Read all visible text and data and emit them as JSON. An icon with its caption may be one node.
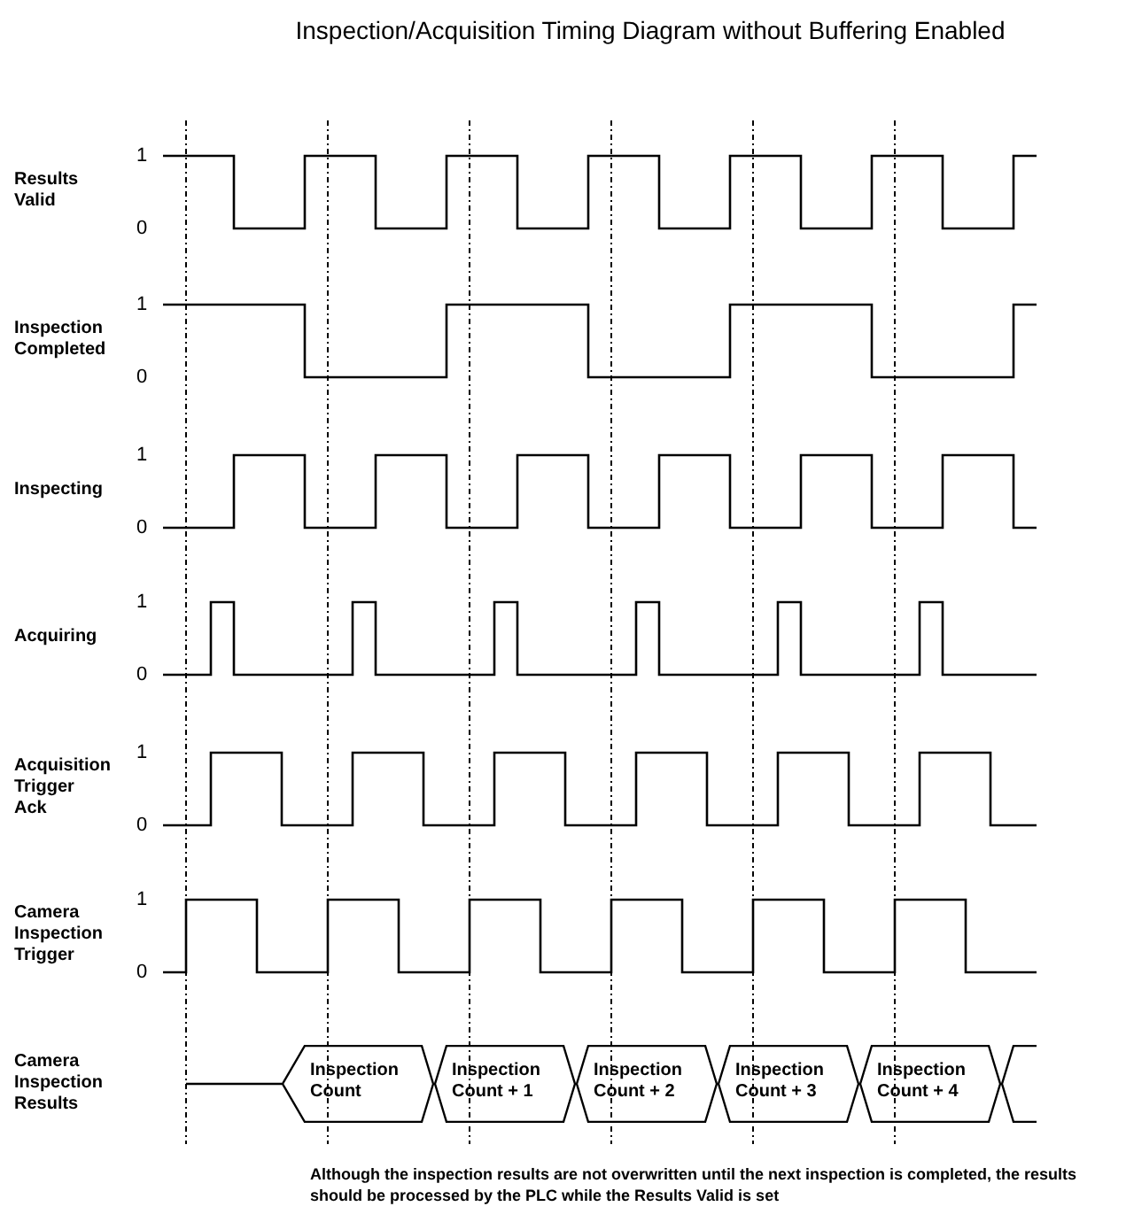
{
  "diagram": {
    "title": "Inspection/Acquisition Timing Diagram without Buffering Enabled",
    "nodes": [
      {
        "text": [
          "Inspection Count"
        ]
      },
      {
        "text": [
          "Inspection Count + 1"
        ]
      },
      {
        "text": [
          "Inspection Count + 2"
        ]
      },
      {
        "text": [
          "Inspection Count + 3"
        ]
      },
      {
        "text": [
          "Inspection Count + 4"
        ]
      },
      {
        "text": [],
        "shape": "hexagon"
      }
    ],
    "labels": [
      "Results Valid",
      "1",
      "0",
      "Inspection Completed",
      "1",
      "0",
      "Inspecting",
      "1",
      "0",
      "Acquiring",
      "1",
      "0",
      "Acquisition Trigger Ack",
      "1",
      "0",
      "Camera Inspection Trigger",
      "1",
      "0",
      "Camera Inspection Results",
      "Although the inspection results are not overwritten until the next inspection is completed, the results should be processed by the PLC while the Results Valid is set"
    ]
  }
}
